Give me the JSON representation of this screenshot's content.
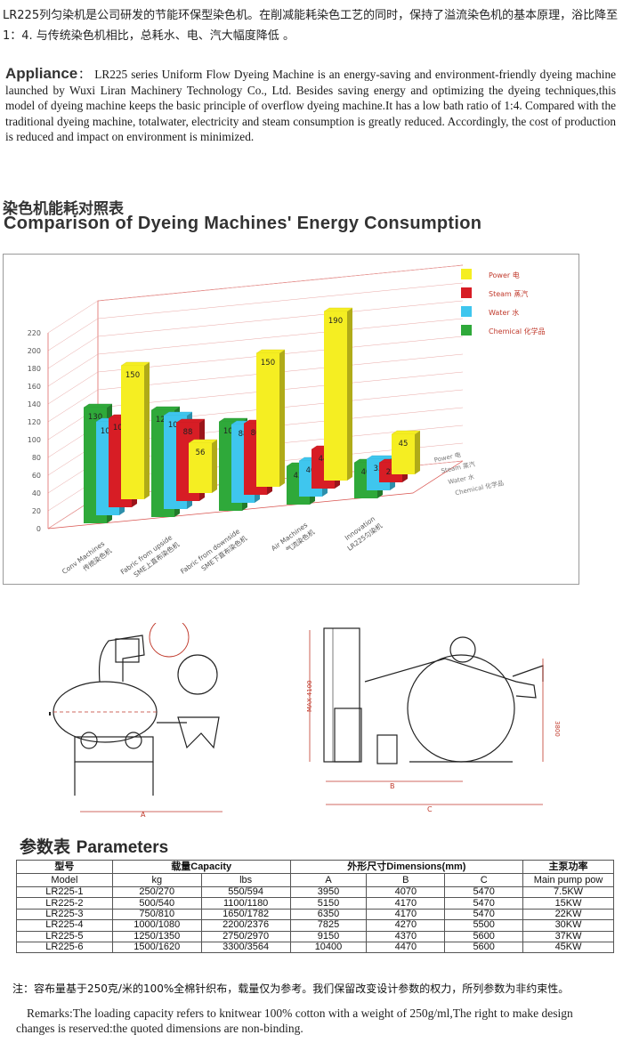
{
  "intro_cn": "LR225列匀染机是公司研发的节能环保型染色机。在削减能耗染色工艺的同时，保持了溢流染色机的基本原理，浴比降至1：4. 与传统染色机相比，总耗水、电、汽大幅度降低 。",
  "appliance": {
    "lead": "Appliance",
    "sep": "：",
    "text": "LR225 series Uniform Flow Dyeing Machine is an energy-saving and environment-friendly dyeing machine launched by Wuxi Liran Machinery Technology Co., Ltd. Besides saving energy and optimizing the dyeing techniques,this model of dyeing machine keeps the basic principle of overflow dyeing machine.It has a low bath ratio of 1:4. Compared with the traditional dyeing machine, totalwater, electricity and steam consumption is greatly reduced. Accordingly, the cost of production is reduced and impact on environment is minimized."
  },
  "section_cn": "染色机能耗对照表",
  "section_en": "Comparison of Dyeing Machines' Energy Consumption",
  "chart_data": {
    "type": "bar",
    "categories": [
      "Conv Machines 传统染色机",
      "Fabric from upside SME上直布染色机",
      "Fabric from downside SME下直布染色机",
      "Air Machines 气流染色机",
      "Innovation LR225匀染机"
    ],
    "category_lines": [
      [
        "Conv Machines",
        "传统染色机"
      ],
      [
        "Fabric from upside",
        "SME上直布染色机"
      ],
      [
        "Fabric from downside",
        "SME下直布染色机"
      ],
      [
        "Air Machines",
        "气流染色机"
      ],
      [
        "Innovation",
        "LR225匀染机"
      ]
    ],
    "series": [
      {
        "name": "Power 电",
        "values": [
          150,
          56,
          150,
          190,
          45
        ]
      },
      {
        "name": "Steam 蒸汽",
        "values": [
          100,
          88,
          80,
          44,
          22
        ]
      },
      {
        "name": "Water 水",
        "values": [
          105,
          105,
          88,
          40,
          35
        ]
      },
      {
        "name": "Chemical 化学品",
        "values": [
          130,
          120,
          100,
          43,
          40
        ]
      }
    ],
    "series_colors": [
      "#f5ee22",
      "#d71d25",
      "#3fc6ee",
      "#2fa93a"
    ],
    "yticks": [
      0,
      20,
      40,
      60,
      80,
      100,
      120,
      140,
      160,
      180,
      200,
      220
    ],
    "ylim": [
      0,
      220
    ],
    "legend_position": "top-right",
    "depth_labels": [
      "Power 电",
      "Steam 蒸汽",
      "Water 水",
      "Chemical 化学品"
    ],
    "title": "",
    "xlabel": "",
    "ylabel": ""
  },
  "drawings": {
    "left_label": "A",
    "right_labels": {
      "height_left": "MAX-4100",
      "height_right": "3800",
      "b": "B",
      "c": "C"
    }
  },
  "params": {
    "title_cn": "参数表",
    "title_en": "Parameters",
    "head1": {
      "model": "型号",
      "capacity": "载量Capacity",
      "dims": "外形尺寸Dimensions(mm)",
      "pump": "主泵功率"
    },
    "head2": {
      "model": "Model",
      "kg": "kg",
      "lbs": "lbs",
      "a": "A",
      "b": "B",
      "c": "C",
      "pump": "Main pump pow"
    },
    "rows": [
      [
        "LR225-1",
        "250/270",
        "550/594",
        "3950",
        "4070",
        "5470",
        "7.5KW"
      ],
      [
        "LR225-2",
        "500/540",
        "1100/1180",
        "5150",
        "4170",
        "5470",
        "15KW"
      ],
      [
        "LR225-3",
        "750/810",
        "1650/1782",
        "6350",
        "4170",
        "5470",
        "22KW"
      ],
      [
        "LR225-4",
        "1000/1080",
        "2200/2376",
        "7825",
        "4270",
        "5500",
        "30KW"
      ],
      [
        "LR225-5",
        "1250/1350",
        "2750/2970",
        "9150",
        "4370",
        "5600",
        "37KW"
      ],
      [
        "LR225-6",
        "1500/1620",
        "3300/3564",
        "10400",
        "4470",
        "5600",
        "45KW"
      ]
    ]
  },
  "note_cn": "注：容布量基于250克/米的100%全棉针织布，载量仅为参考。我们保留改变设计参数的权力，所列参数为非约束性。",
  "note_en": "Remarks:The loading capacity refers to knitwear 100% cotton with a weight of 250g/ml,The right to make design changes is reserved:the quoted dimensions are non-binding."
}
